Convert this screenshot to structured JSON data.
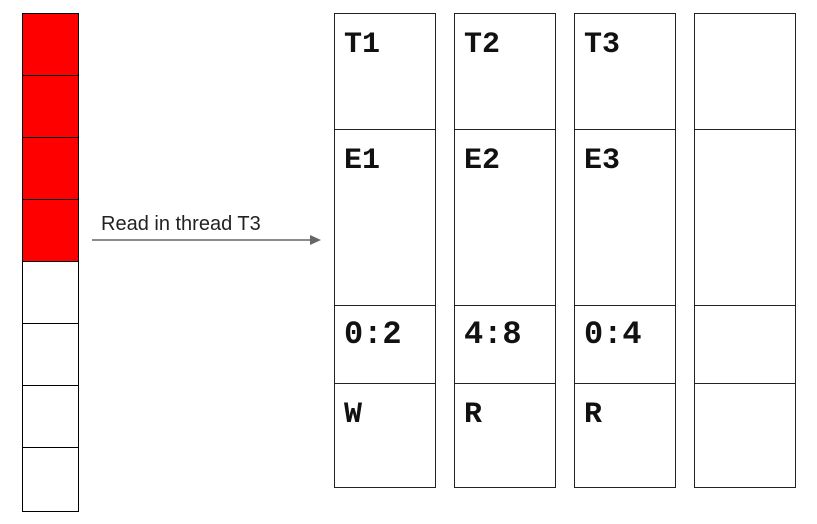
{
  "memory_stack": {
    "cells": [
      {
        "state": "filled"
      },
      {
        "state": "filled"
      },
      {
        "state": "filled"
      },
      {
        "state": "filled"
      },
      {
        "state": "empty"
      },
      {
        "state": "empty"
      },
      {
        "state": "empty"
      },
      {
        "state": "empty"
      }
    ],
    "fill_color": "#ff0000"
  },
  "arrow": {
    "label": "Read in thread T3",
    "color": "#666666"
  },
  "table": {
    "columns": [
      {
        "thread": "T1",
        "epoch": "E1",
        "range": "0:2",
        "op": "W"
      },
      {
        "thread": "T2",
        "epoch": "E2",
        "range": "4:8",
        "op": "R"
      },
      {
        "thread": "T3",
        "epoch": "E3",
        "range": "0:4",
        "op": "R"
      },
      {
        "thread": "",
        "epoch": "",
        "range": "",
        "op": ""
      }
    ]
  }
}
